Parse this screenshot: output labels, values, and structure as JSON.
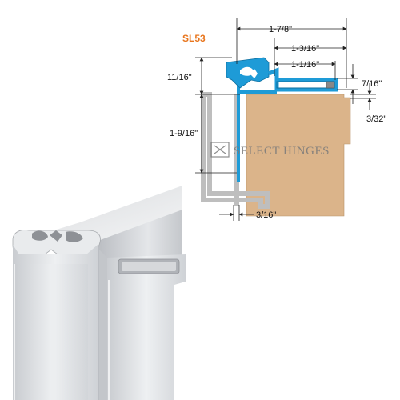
{
  "model_label": "SL53",
  "watermark": "SELECT HINGES",
  "colors": {
    "model_label": "#E8761E",
    "hinge_blue": "#1E9BD7",
    "hinge_blue_dark": "#0E6E9E",
    "door_tan": "#DBB48A",
    "frame_gray": "#BEBEBE",
    "dimension_line": "#222222",
    "watermark": "#7A7A7A"
  },
  "dimensions": {
    "overall_width": "1-7/8\"",
    "leaf_width": "1-3/16\"",
    "channel_width": "1-1/16\"",
    "top_offset": "11/16\"",
    "leaf_depth": "7/16\"",
    "gap": "3/32\"",
    "frame_depth": "1-9/16\"",
    "return_depth": "3/16\""
  }
}
